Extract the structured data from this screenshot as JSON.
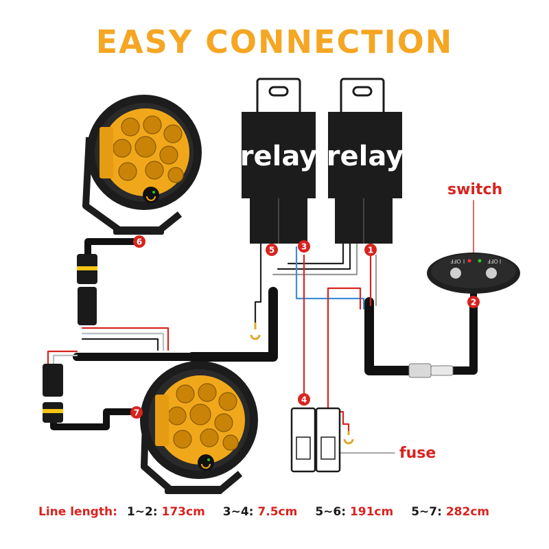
{
  "title": "EASY CONNECTION",
  "relays": [
    {
      "label": "relay"
    },
    {
      "label": "relay"
    }
  ],
  "labels": {
    "switch": "switch",
    "fuse": "fuse"
  },
  "switch_panel": {
    "left_text": "OFF",
    "left_mark": "I",
    "right_text": "OFF",
    "right_mark": "I"
  },
  "markers": [
    "1",
    "2",
    "3",
    "4",
    "5",
    "6",
    "7"
  ],
  "line_length": {
    "heading": "Line length:",
    "items": [
      {
        "range": "1~2:",
        "value": "173cm"
      },
      {
        "range": "3~4:",
        "value": "7.5cm"
      },
      {
        "range": "5~6:",
        "value": "191cm"
      },
      {
        "range": "5~7:",
        "value": "282cm"
      }
    ]
  },
  "colors": {
    "title": "#f5a623",
    "accent_red": "#d8231f",
    "lamp_amber": "#f0a81a",
    "housing": "#1c1c1c"
  }
}
